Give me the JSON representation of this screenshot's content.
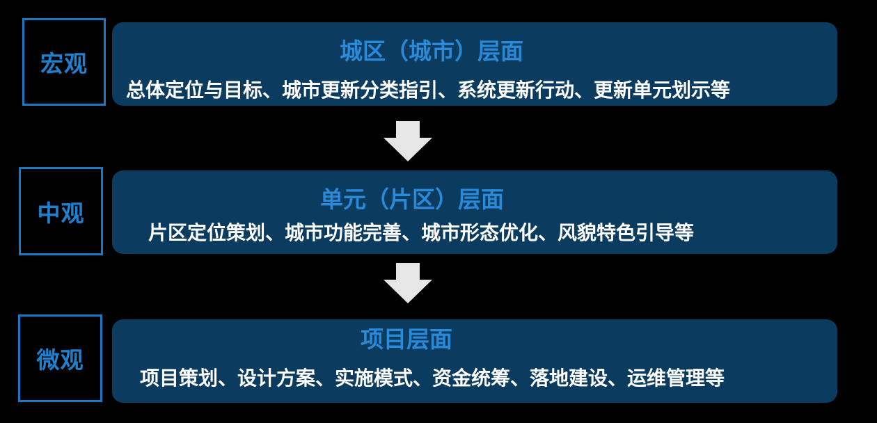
{
  "levels": [
    {
      "label": "宏观",
      "title": "城区（城市）层面",
      "description": "总体定位与目标、城市更新分类指引、系统更新行动、更新单元划示等"
    },
    {
      "label": "中观",
      "title": "单元（片区）层面",
      "description": "片区定位策划、城市功能完善、城市形态优化、风貌特色引导等"
    },
    {
      "label": "微观",
      "title": "项目层面",
      "description": "项目策划、设计方案、实施模式、资金统筹、落地建设、运维管理等"
    }
  ],
  "colors": {
    "background": "#000000",
    "box_fill": "#0c3b60",
    "label_border": "#1b78c4",
    "label_text": "#1e82d0",
    "title_text": "#2a8ad8",
    "desc_text": "#ffffff",
    "arrow_fill": "#e6e6e6"
  }
}
